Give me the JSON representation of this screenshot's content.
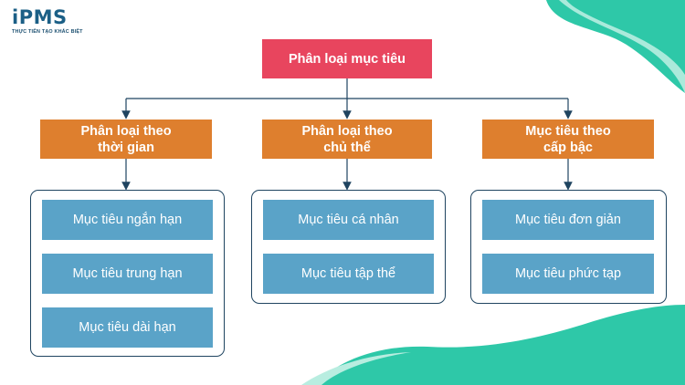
{
  "logo": {
    "wordmark": "iPMS",
    "tagline": "THỰC TIỄN TẠO KHÁC BIỆT"
  },
  "diagram": {
    "root": "Phân loại mục tiêu",
    "categories": [
      {
        "label": "Phân loại theo\nthời gian",
        "items": [
          "Mục tiêu ngắn hạn",
          "Mục tiêu trung hạn",
          "Mục tiêu dài hạn"
        ]
      },
      {
        "label": "Phân loại theo\nchủ thể",
        "items": [
          "Mục tiêu cá nhân",
          "Mục tiêu tập thể"
        ]
      },
      {
        "label": "Mục tiêu theo\ncấp bậc",
        "items": [
          "Mục tiêu đơn giản",
          "Mục tiêu phức tạp"
        ]
      }
    ]
  },
  "colors": {
    "root": "#e8455e",
    "category": "#de7f2e",
    "item": "#5aa3c8",
    "connector": "#1f4460",
    "accent_teal": "#2ec8a8"
  }
}
